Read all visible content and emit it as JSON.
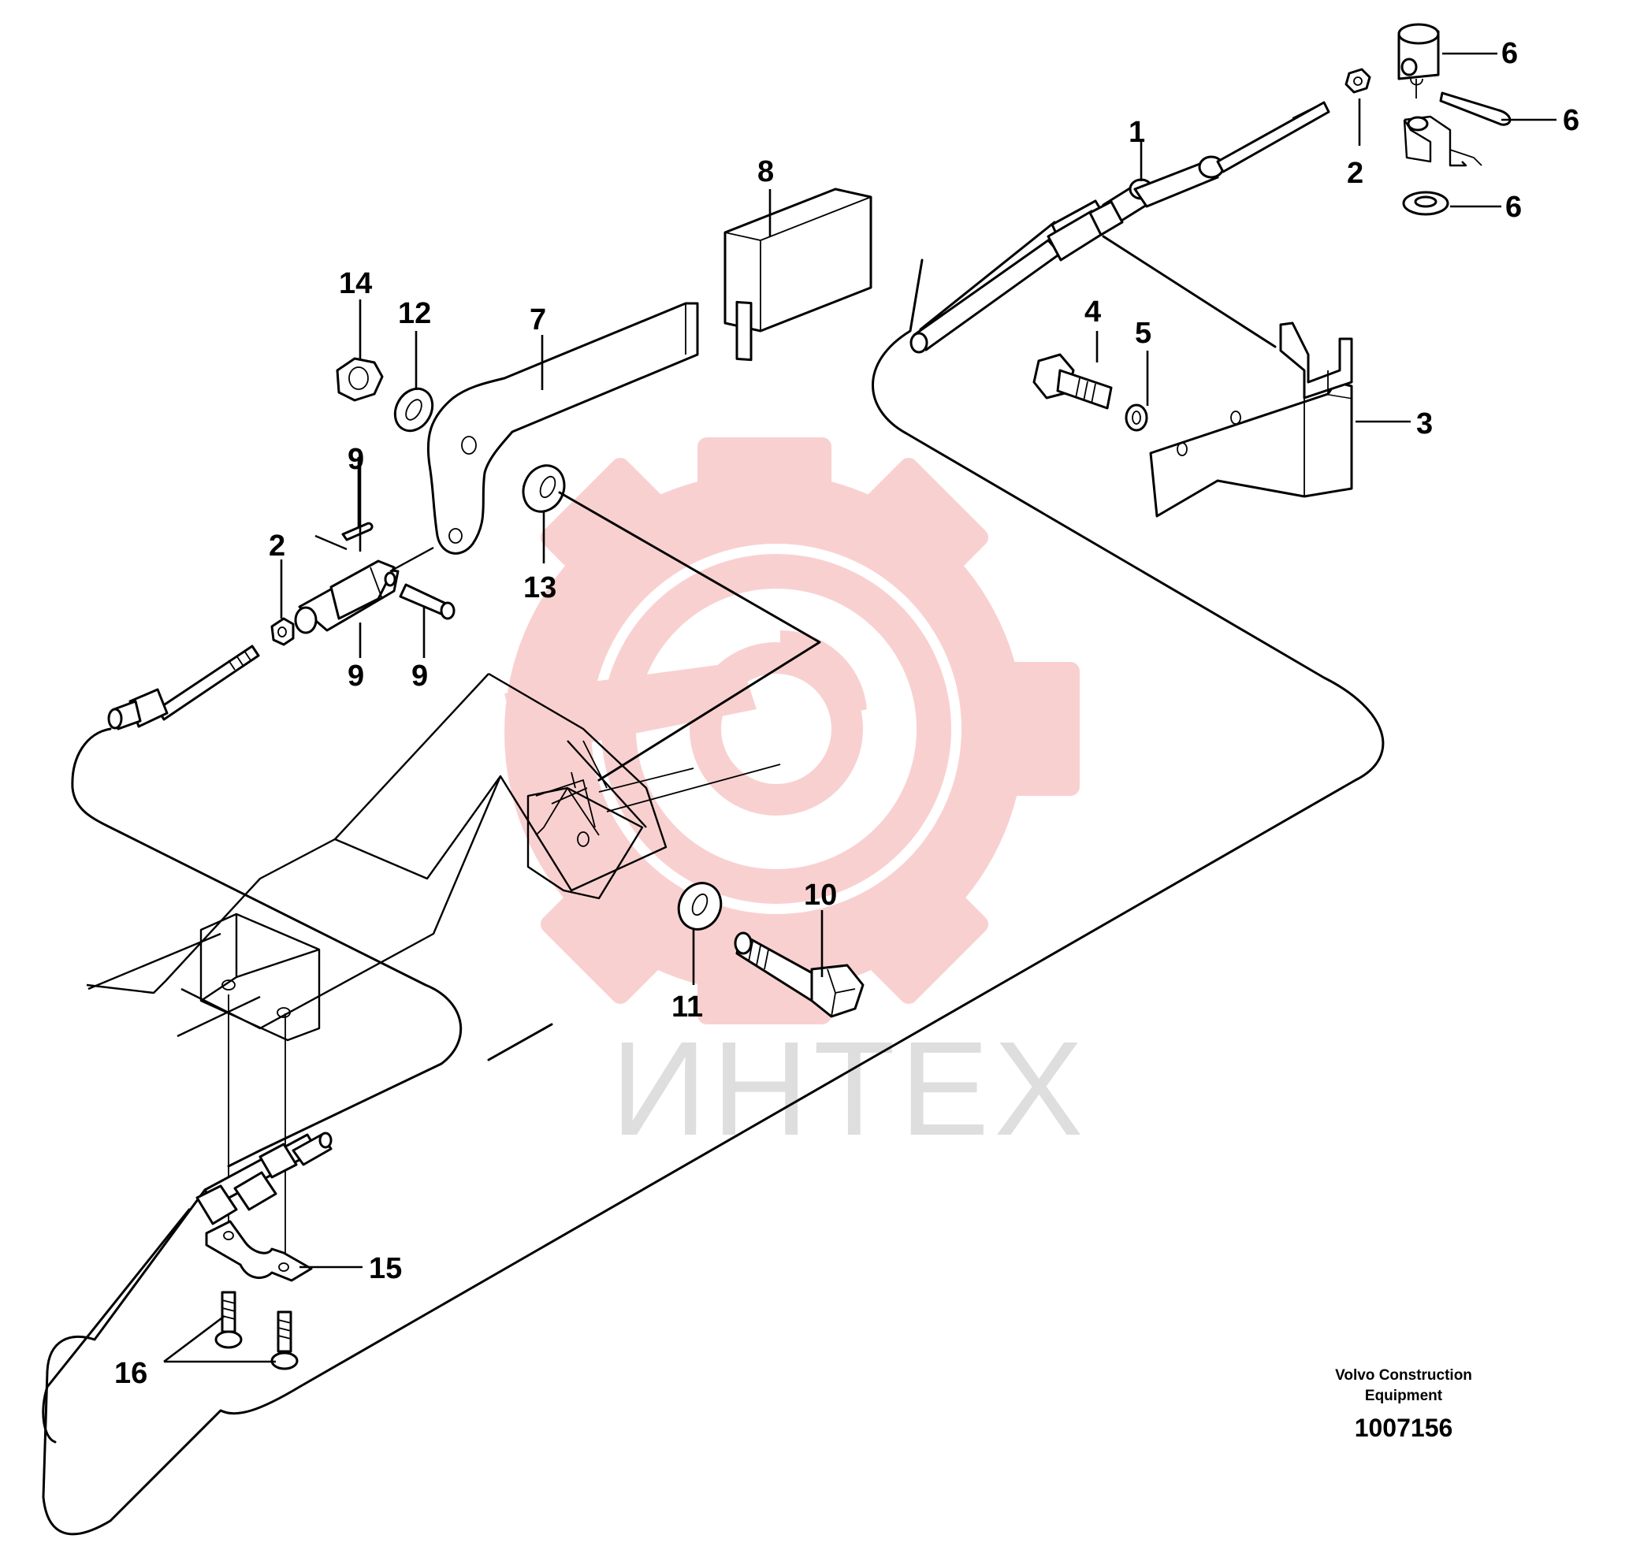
{
  "diagram": {
    "callouts": [
      {
        "id": "c1",
        "label": "1"
      },
      {
        "id": "c2a",
        "label": "2"
      },
      {
        "id": "c2b",
        "label": "2"
      },
      {
        "id": "c3",
        "label": "3"
      },
      {
        "id": "c4",
        "label": "4"
      },
      {
        "id": "c5",
        "label": "5"
      },
      {
        "id": "c6a",
        "label": "6"
      },
      {
        "id": "c6b",
        "label": "6"
      },
      {
        "id": "c6c",
        "label": "6"
      },
      {
        "id": "c7",
        "label": "7"
      },
      {
        "id": "c8",
        "label": "8"
      },
      {
        "id": "c9a",
        "label": "9"
      },
      {
        "id": "c9b",
        "label": "9"
      },
      {
        "id": "c9c",
        "label": "9"
      },
      {
        "id": "c10",
        "label": "10"
      },
      {
        "id": "c11",
        "label": "11"
      },
      {
        "id": "c12",
        "label": "12"
      },
      {
        "id": "c13",
        "label": "13"
      },
      {
        "id": "c14",
        "label": "14"
      },
      {
        "id": "c15",
        "label": "15"
      },
      {
        "id": "c16",
        "label": "16"
      }
    ],
    "caption_line1": "Volvo Construction",
    "caption_line2": "Equipment",
    "document_number": "1007156"
  },
  "watermark": {
    "text": "ИНТЕХ",
    "logo_color": "#f7c9c9",
    "text_color": "#d6d6d6"
  }
}
